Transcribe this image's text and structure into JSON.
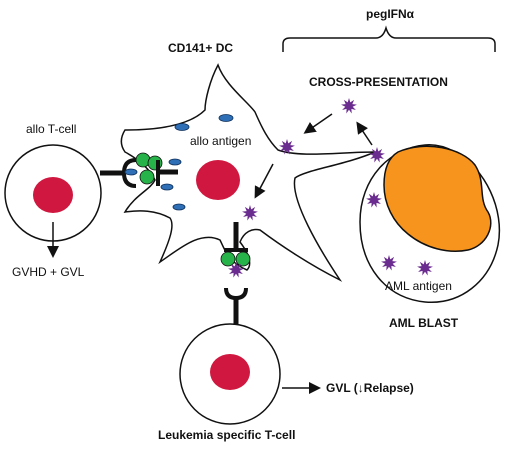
{
  "labels": {
    "dc_title": "CD141+ DC",
    "allo_antigen": "allo antigen",
    "allo_tcell": "allo T-cell",
    "gvhd": "GVHD + GVL",
    "peg": "pegIFNα",
    "cross": "CROSS-PRESENTATION",
    "aml_antigen": "AML antigen",
    "aml_blast": "AML BLAST",
    "gvl": "GVL (↓Relapse)",
    "leukemia": "Leukemia specific T-cell"
  },
  "colors": {
    "nucleus_red": "#d0173f",
    "aml_orange": "#f7941d",
    "mhc_green": "#27b34a",
    "antigen_purple": "#6a2c8e",
    "granule_blue": "#2f6fb5",
    "outline": "#111111"
  }
}
